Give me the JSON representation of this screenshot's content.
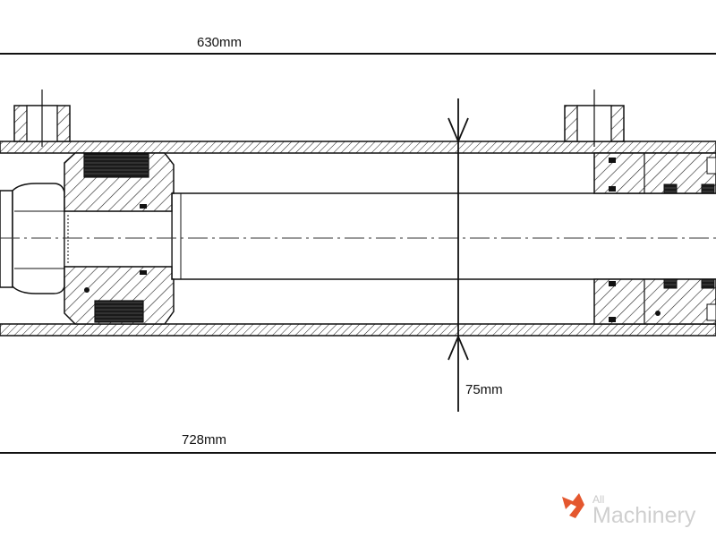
{
  "diagram": {
    "dimension_top": "630mm",
    "dimension_bottom": "728mm",
    "dimension_bore": "75mm"
  },
  "watermark": {
    "line1": "All",
    "line2": "Machinery",
    "accent_color": "#e4572e"
  }
}
